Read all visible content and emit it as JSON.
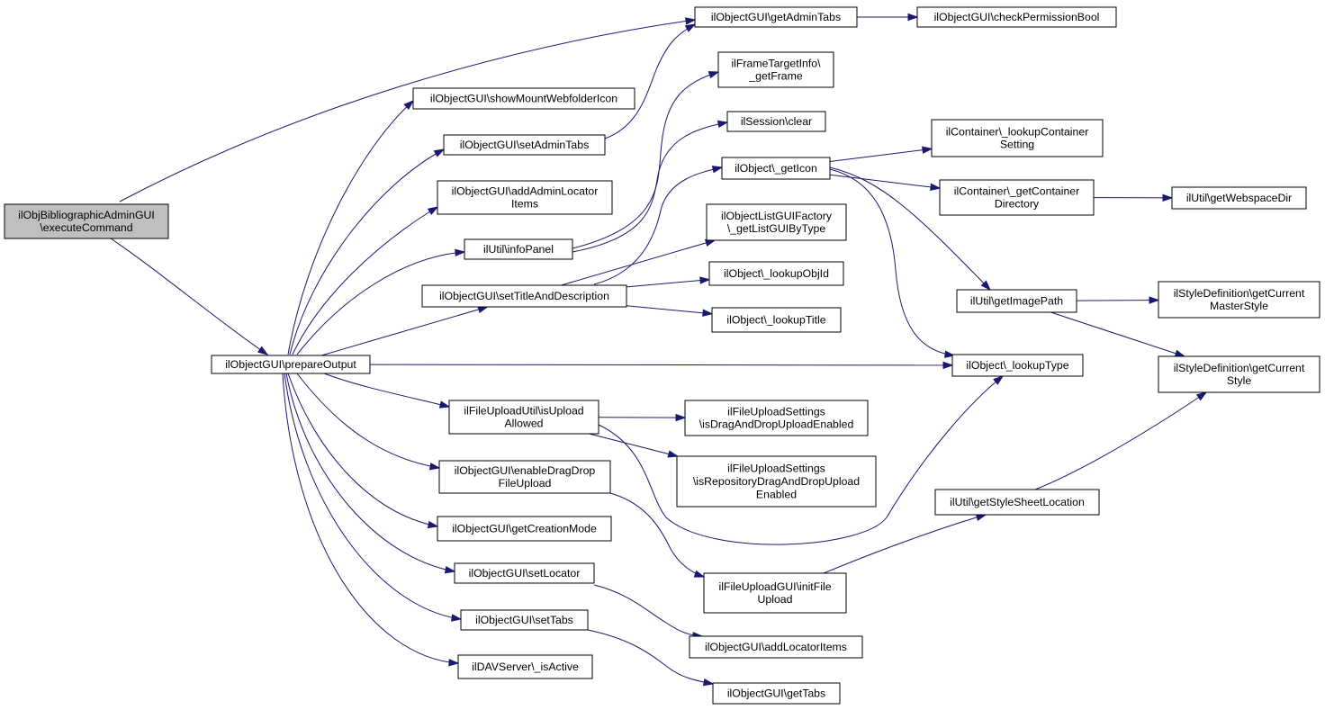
{
  "nodes": [
    {
      "id": "root",
      "lines": [
        "ilObjBibliographicAdminGUI",
        "\\executeCommand"
      ],
      "root": true
    },
    {
      "id": "prepareOutput",
      "lines": [
        "ilObjectGUI\\prepareOutput"
      ]
    },
    {
      "id": "getAdminTabs",
      "lines": [
        "ilObjectGUI\\getAdminTabs"
      ]
    },
    {
      "id": "checkPermissionBool",
      "lines": [
        "ilObjectGUI\\checkPermissionBool"
      ]
    },
    {
      "id": "showMountWebfolderIcon",
      "lines": [
        "ilObjectGUI\\showMountWebfolderIcon"
      ]
    },
    {
      "id": "setAdminTabs",
      "lines": [
        "ilObjectGUI\\setAdminTabs"
      ]
    },
    {
      "id": "addAdminLocatorItems",
      "lines": [
        "ilObjectGUI\\addAdminLocator",
        "Items"
      ]
    },
    {
      "id": "infoPanel",
      "lines": [
        "ilUtil\\infoPanel"
      ]
    },
    {
      "id": "setTitleAndDescription",
      "lines": [
        "ilObjectGUI\\setTitleAndDescription"
      ]
    },
    {
      "id": "isUploadAllowed",
      "lines": [
        "ilFileUploadUtil\\isUpload",
        "Allowed"
      ]
    },
    {
      "id": "enableDragDrop",
      "lines": [
        "ilObjectGUI\\enableDragDrop",
        "FileUpload"
      ]
    },
    {
      "id": "getCreationMode",
      "lines": [
        "ilObjectGUI\\getCreationMode"
      ]
    },
    {
      "id": "setLocator",
      "lines": [
        "ilObjectGUI\\setLocator"
      ]
    },
    {
      "id": "setTabs",
      "lines": [
        "ilObjectGUI\\setTabs"
      ]
    },
    {
      "id": "isActive",
      "lines": [
        "ilDAVServer\\_isActive"
      ]
    },
    {
      "id": "getFrame",
      "lines": [
        "ilFrameTargetInfo\\",
        "_getFrame"
      ]
    },
    {
      "id": "sessionClear",
      "lines": [
        "ilSession\\clear"
      ]
    },
    {
      "id": "getIcon",
      "lines": [
        "ilObject\\_getIcon"
      ]
    },
    {
      "id": "getListGUIByType",
      "lines": [
        "ilObjectListGUIFactory",
        "\\_getListGUIByType"
      ]
    },
    {
      "id": "lookupObjId",
      "lines": [
        "ilObject\\_lookupObjId"
      ]
    },
    {
      "id": "lookupTitle",
      "lines": [
        "ilObject\\_lookupTitle"
      ]
    },
    {
      "id": "lookupType",
      "lines": [
        "ilObject\\_lookupType"
      ]
    },
    {
      "id": "isDragAndDropEnabled",
      "lines": [
        "ilFileUploadSettings",
        "\\isDragAndDropUploadEnabled"
      ]
    },
    {
      "id": "isRepoDragAndDrop",
      "lines": [
        "ilFileUploadSettings",
        "\\isRepositoryDragAndDropUpload",
        "Enabled"
      ]
    },
    {
      "id": "initFileUpload",
      "lines": [
        "ilFileUploadGUI\\initFile",
        "Upload"
      ]
    },
    {
      "id": "addLocatorItems",
      "lines": [
        "ilObjectGUI\\addLocatorItems"
      ]
    },
    {
      "id": "getTabs",
      "lines": [
        "ilObjectGUI\\getTabs"
      ]
    },
    {
      "id": "lookupContainerSetting",
      "lines": [
        "ilContainer\\_lookupContainer",
        "Setting"
      ]
    },
    {
      "id": "getContainerDirectory",
      "lines": [
        "ilContainer\\_getContainer",
        "Directory"
      ]
    },
    {
      "id": "getWebspaceDir",
      "lines": [
        "ilUtil\\getWebspaceDir"
      ]
    },
    {
      "id": "getImagePath",
      "lines": [
        "ilUtil\\getImagePath"
      ]
    },
    {
      "id": "getStyleSheetLocation",
      "lines": [
        "ilUtil\\getStyleSheetLocation"
      ]
    },
    {
      "id": "getCurrentMasterStyle",
      "lines": [
        "ilStyleDefinition\\getCurrent",
        "MasterStyle"
      ]
    },
    {
      "id": "getCurrentStyle",
      "lines": [
        "ilStyleDefinition\\getCurrent",
        "Style"
      ]
    }
  ],
  "edges": [
    [
      "root",
      "getAdminTabs"
    ],
    [
      "root",
      "prepareOutput"
    ],
    [
      "getAdminTabs",
      "checkPermissionBool"
    ],
    [
      "prepareOutput",
      "showMountWebfolderIcon"
    ],
    [
      "prepareOutput",
      "setAdminTabs"
    ],
    [
      "prepareOutput",
      "addAdminLocatorItems"
    ],
    [
      "prepareOutput",
      "infoPanel"
    ],
    [
      "prepareOutput",
      "setTitleAndDescription"
    ],
    [
      "prepareOutput",
      "lookupType"
    ],
    [
      "prepareOutput",
      "isUploadAllowed"
    ],
    [
      "prepareOutput",
      "enableDragDrop"
    ],
    [
      "prepareOutput",
      "getCreationMode"
    ],
    [
      "prepareOutput",
      "setLocator"
    ],
    [
      "prepareOutput",
      "setTabs"
    ],
    [
      "prepareOutput",
      "isActive"
    ],
    [
      "setAdminTabs",
      "getAdminTabs"
    ],
    [
      "infoPanel",
      "getFrame"
    ],
    [
      "infoPanel",
      "sessionClear"
    ],
    [
      "setTitleAndDescription",
      "getIcon"
    ],
    [
      "setTitleAndDescription",
      "getListGUIByType"
    ],
    [
      "setTitleAndDescription",
      "lookupObjId"
    ],
    [
      "setTitleAndDescription",
      "lookupTitle"
    ],
    [
      "isUploadAllowed",
      "isDragAndDropEnabled"
    ],
    [
      "isUploadAllowed",
      "isRepoDragAndDrop"
    ],
    [
      "isUploadAllowed",
      "lookupType"
    ],
    [
      "enableDragDrop",
      "initFileUpload"
    ],
    [
      "setLocator",
      "addLocatorItems"
    ],
    [
      "setTabs",
      "getTabs"
    ],
    [
      "getIcon",
      "lookupContainerSetting"
    ],
    [
      "getIcon",
      "getContainerDirectory"
    ],
    [
      "getIcon",
      "getImagePath"
    ],
    [
      "getIcon",
      "lookupType"
    ],
    [
      "getContainerDirectory",
      "getWebspaceDir"
    ],
    [
      "getImagePath",
      "getCurrentMasterStyle"
    ],
    [
      "getImagePath",
      "getCurrentStyle"
    ],
    [
      "initFileUpload",
      "getStyleSheetLocation"
    ],
    [
      "getStyleSheetLocation",
      "getCurrentStyle"
    ]
  ],
  "colors": {
    "edge": "#191970",
    "root_fill": "#bfbfbf",
    "node_fill": "#ffffff",
    "border": "#000000"
  }
}
